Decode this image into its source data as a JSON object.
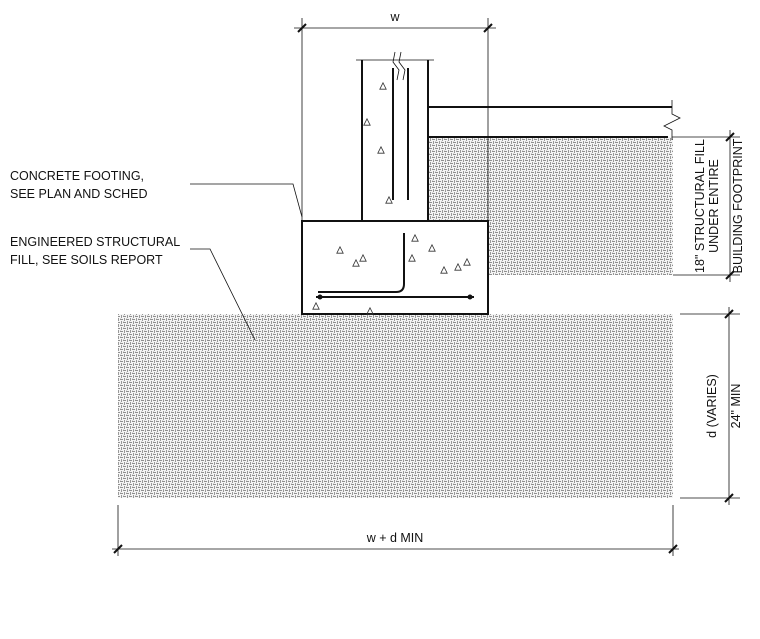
{
  "notes": {
    "footing_line1": "CONCRETE FOOTING,",
    "footing_line2": "SEE PLAN AND SCHED",
    "fill_line1": "ENGINEERED STRUCTURAL",
    "fill_line2": "FILL, SEE SOILS REPORT"
  },
  "dimensions": {
    "top_width": "w",
    "bottom_width": "w + d MIN",
    "depth_line1": "d (VARIES)",
    "depth_line2": "24\" MIN",
    "structural_fill_line1": "18\" STRUCTURAL FILL",
    "structural_fill_line2": "UNDER ENTIRE",
    "structural_fill_line3": "BUILDING FOOTPRINT"
  },
  "colors": {
    "ink": "#111111",
    "hatch": "#9a9a9a",
    "fill_bg": "#f4f4f4"
  }
}
